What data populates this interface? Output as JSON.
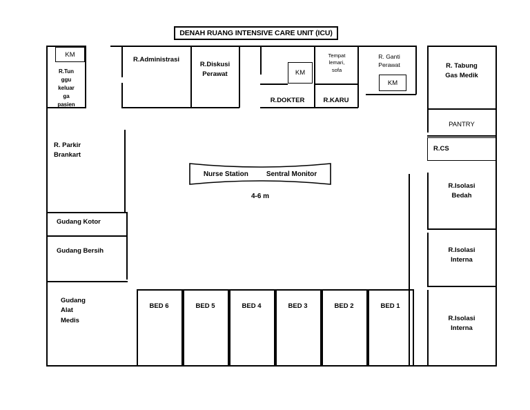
{
  "title": "DENAH RUANG INTENSIVE CARE UNIT (ICU)",
  "rooms": {
    "km_top_left": "KM",
    "tunggu_keluarga": "R.Tun\nggu\nkeluar\nga\npasien",
    "administrasi": "R.Administrasi",
    "diskusi_perawat": "R.Diskusi\nPerawat",
    "km_dokter": "KM",
    "tempat_lemari_sofa": "Tempat\nlemari,\nsofa",
    "ganti_perawat": "R. Ganti\nPerawat",
    "km_ganti_perawat": "KM",
    "dokter": "R.DOKTER",
    "karu": "R.KARU",
    "tabung_gas_medik": "R. Tabung\nGas Medik",
    "pantry": "PANTRY",
    "cs": "R.CS",
    "parkir_brankart": "R. Parkir\nBrankart",
    "gudang_kotor": "Gudang Kotor",
    "gudang_bersih": "Gudang Bersih",
    "gudang_alat_medis": "Gudang\nAlat\nMedis",
    "isolasi_bedah": "R.Isolasi\nBedah",
    "isolasi_interna_1": "R.Isolasi\nInterna",
    "isolasi_interna_2": "R.Isolasi\nInterna"
  },
  "nurse_station": {
    "label_left": "Nurse Station",
    "label_right": "Sentral Monitor",
    "dimension": "4-6 m"
  },
  "beds": [
    {
      "label": "BED 6"
    },
    {
      "label": "BED 5"
    },
    {
      "label": "BED 4"
    },
    {
      "label": "BED 3"
    },
    {
      "label": "BED 2"
    },
    {
      "label": "BED 1"
    }
  ],
  "colors": {
    "wall": "#000000",
    "background": "#ffffff",
    "text": "#000000"
  }
}
